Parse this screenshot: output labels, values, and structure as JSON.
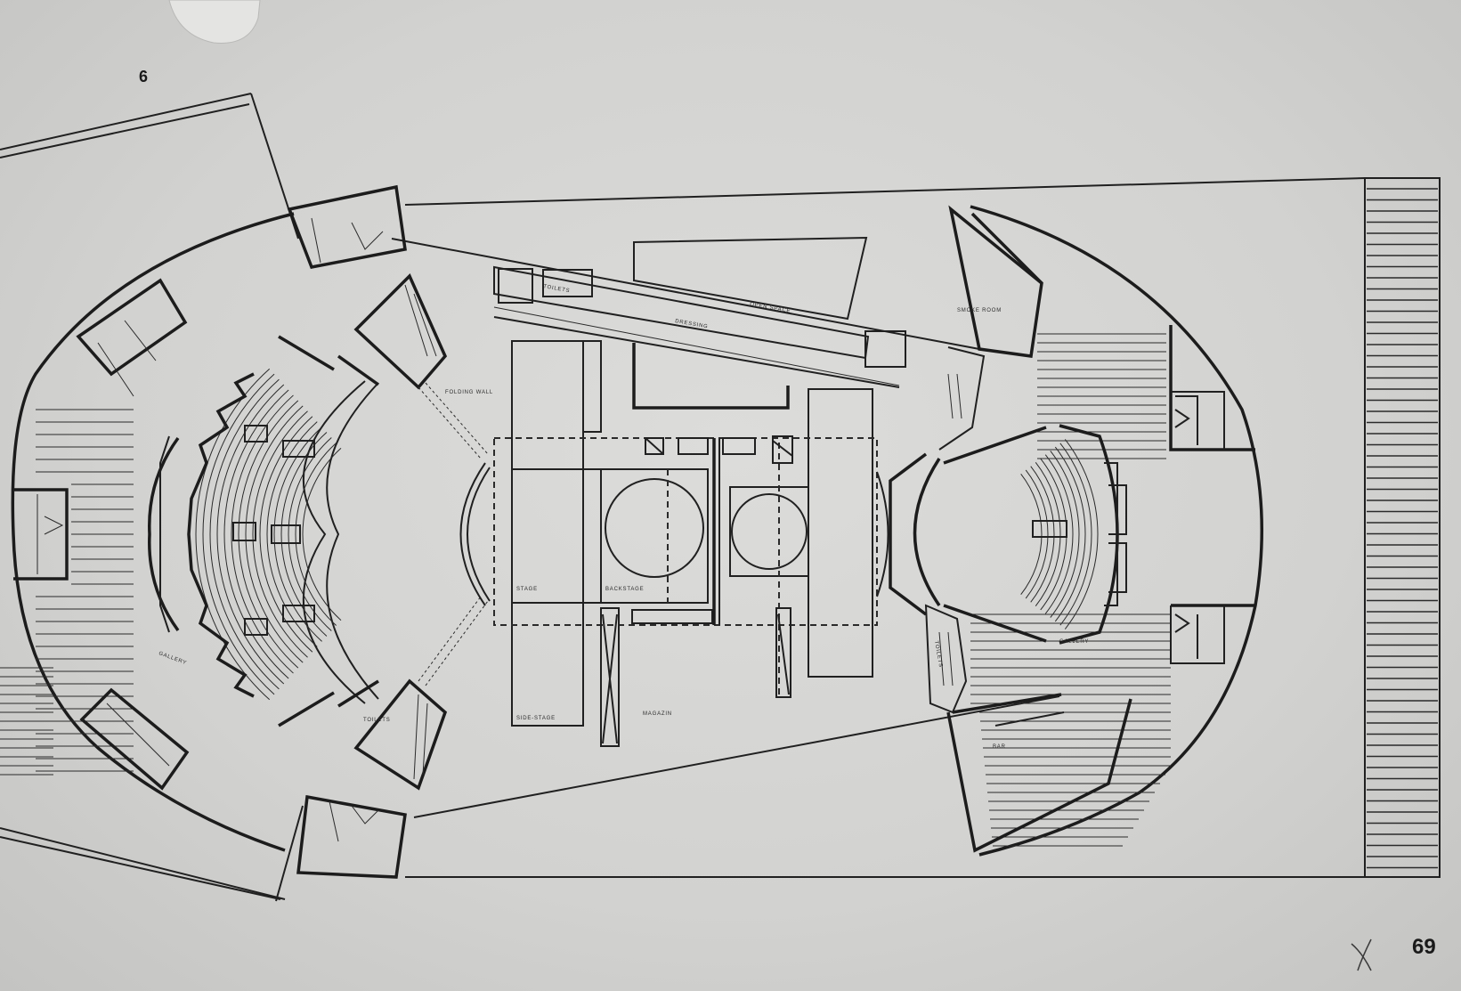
{
  "sheet": {
    "number_top": "6",
    "number_bottom": "69",
    "mark": "X"
  },
  "labels": {
    "open_space": "OPEN SPACE",
    "dressing": "DRESSING",
    "toilets_left": "TOILETS",
    "toilets_right": "TOILETS",
    "folding_wall": "FOLDING WALL",
    "stage": "STAGE",
    "backstage": "BACKSTAGE",
    "side_stage": "SIDE-STAGE",
    "magazin": "MAGAZIN",
    "gallery_left": "GALLERY",
    "gallery_right": "GALLERY",
    "smoke_room": "SMOKE ROOM",
    "bar": "BAR"
  }
}
